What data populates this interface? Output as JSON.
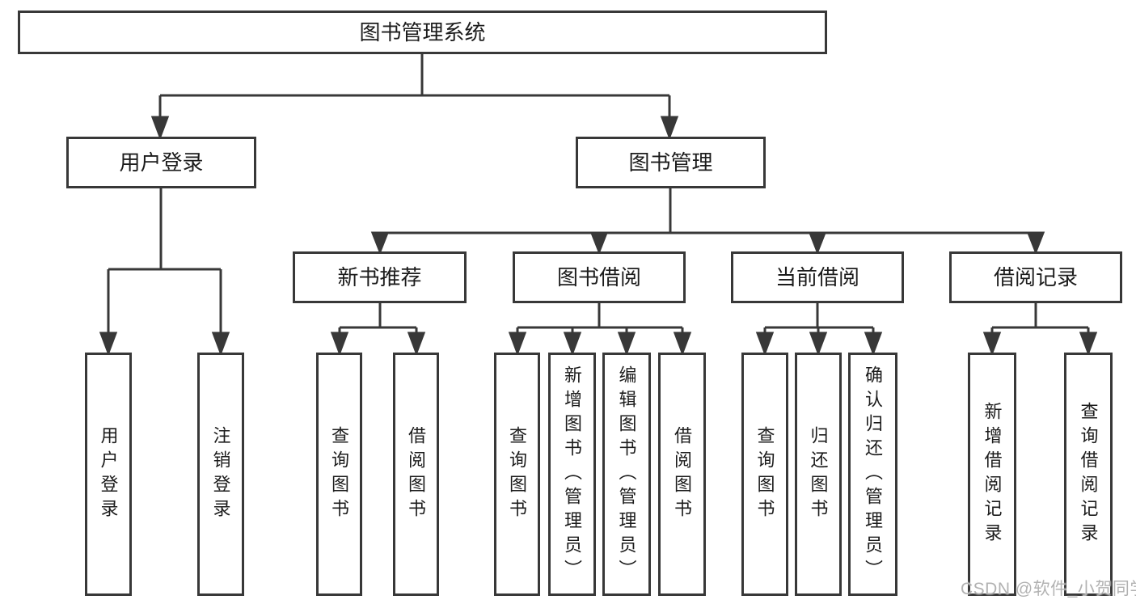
{
  "nodes": {
    "root": {
      "label": "图书管理系统"
    },
    "level2": [
      {
        "id": "user-login",
        "label": "用户登录"
      },
      {
        "id": "book-management",
        "label": "图书管理"
      }
    ],
    "level3": [
      {
        "id": "new-book-recommend",
        "label": "新书推荐"
      },
      {
        "id": "book-borrowing",
        "label": "图书借阅"
      },
      {
        "id": "current-borrowing",
        "label": "当前借阅"
      },
      {
        "id": "borrow-records",
        "label": "借阅记录"
      }
    ],
    "leaves": {
      "userLogin": [
        {
          "label": "用户登录"
        },
        {
          "label": "注销登录"
        }
      ],
      "newBookRecommend": [
        {
          "label": "查询图书"
        },
        {
          "label": "借阅图书"
        }
      ],
      "bookBorrowing": [
        {
          "label": "查询图书"
        },
        {
          "label": "新增图书（管理员）"
        },
        {
          "label": "编辑图书（管理员）"
        },
        {
          "label": "借阅图书"
        }
      ],
      "currentBorrowing": [
        {
          "label": "查询图书"
        },
        {
          "label": "归还图书"
        },
        {
          "label": "确认归还（管理员）"
        }
      ],
      "borrowRecords": [
        {
          "label": "新增借阅记录"
        },
        {
          "label": "查询借阅记录"
        }
      ]
    }
  },
  "watermark": {
    "text": "CSDN @软件_小贺同学"
  },
  "colors": {
    "line": "#383838",
    "text": "#1c1c1c",
    "watermark": "#b2b2b2",
    "background": "#ffffff"
  }
}
